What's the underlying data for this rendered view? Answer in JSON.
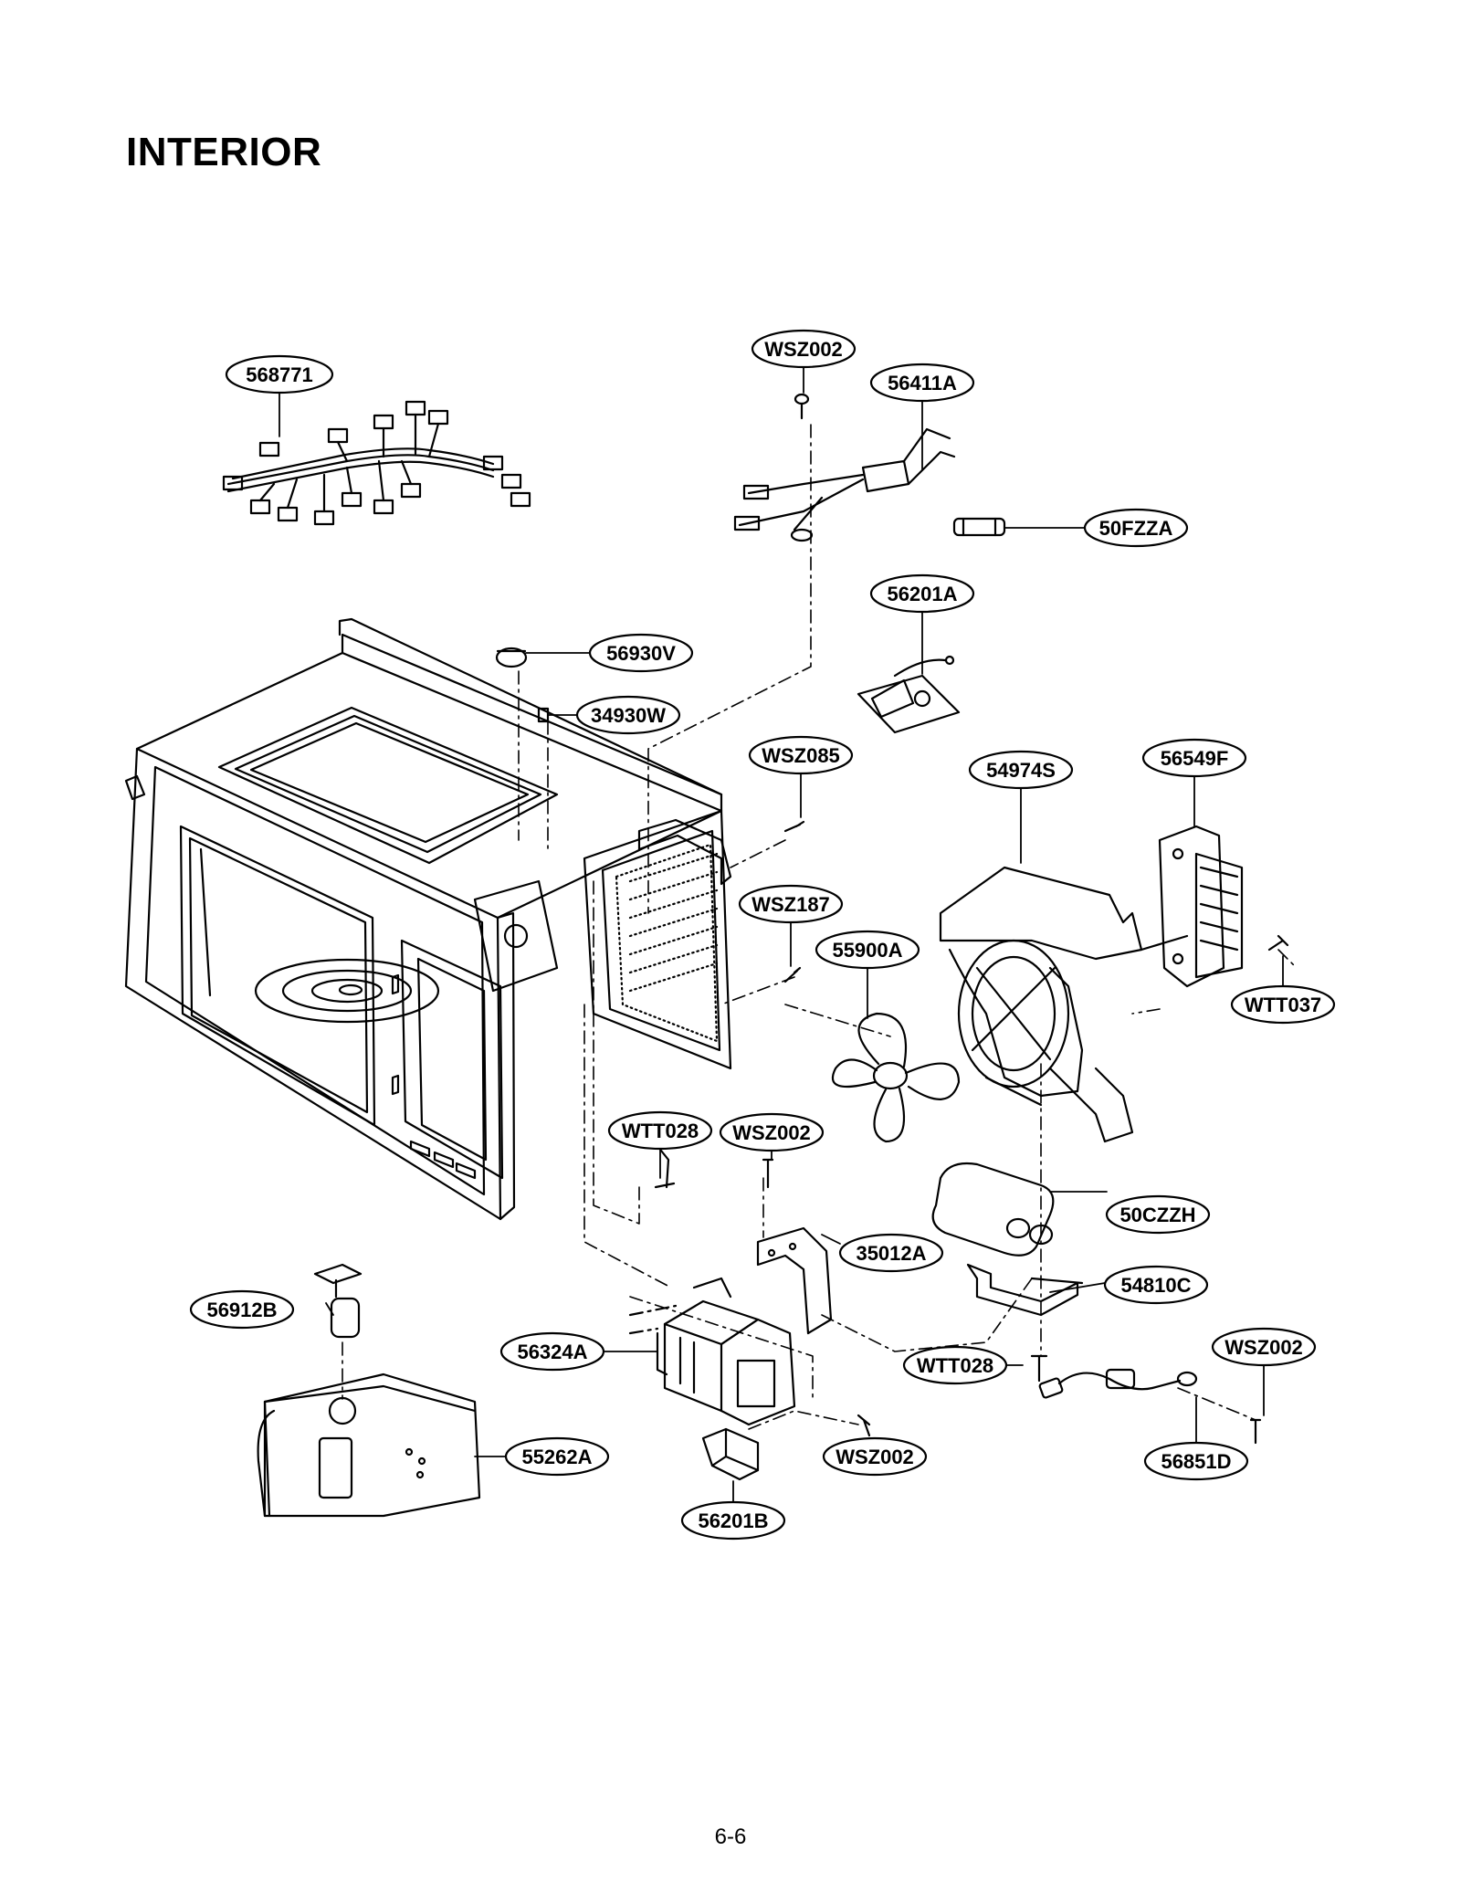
{
  "page": {
    "title": "INTERIOR",
    "page_number": "6-6"
  },
  "parts": [
    {
      "id": "568771"
    },
    {
      "id": "WSZ002"
    },
    {
      "id": "56411A"
    },
    {
      "id": "50FZZA"
    },
    {
      "id": "56201A"
    },
    {
      "id": "56930V"
    },
    {
      "id": "34930W"
    },
    {
      "id": "WSZ085"
    },
    {
      "id": "54974S"
    },
    {
      "id": "56549F"
    },
    {
      "id": "WSZ187"
    },
    {
      "id": "55900A"
    },
    {
      "id": "WTT037"
    },
    {
      "id": "WTT028"
    },
    {
      "id": "WSZ002"
    },
    {
      "id": "50CZZH"
    },
    {
      "id": "35012A"
    },
    {
      "id": "54810C"
    },
    {
      "id": "56912B"
    },
    {
      "id": "56324A"
    },
    {
      "id": "WTT028"
    },
    {
      "id": "WSZ002"
    },
    {
      "id": "55262A"
    },
    {
      "id": "WSZ002"
    },
    {
      "id": "56851D"
    },
    {
      "id": "56201B"
    }
  ]
}
